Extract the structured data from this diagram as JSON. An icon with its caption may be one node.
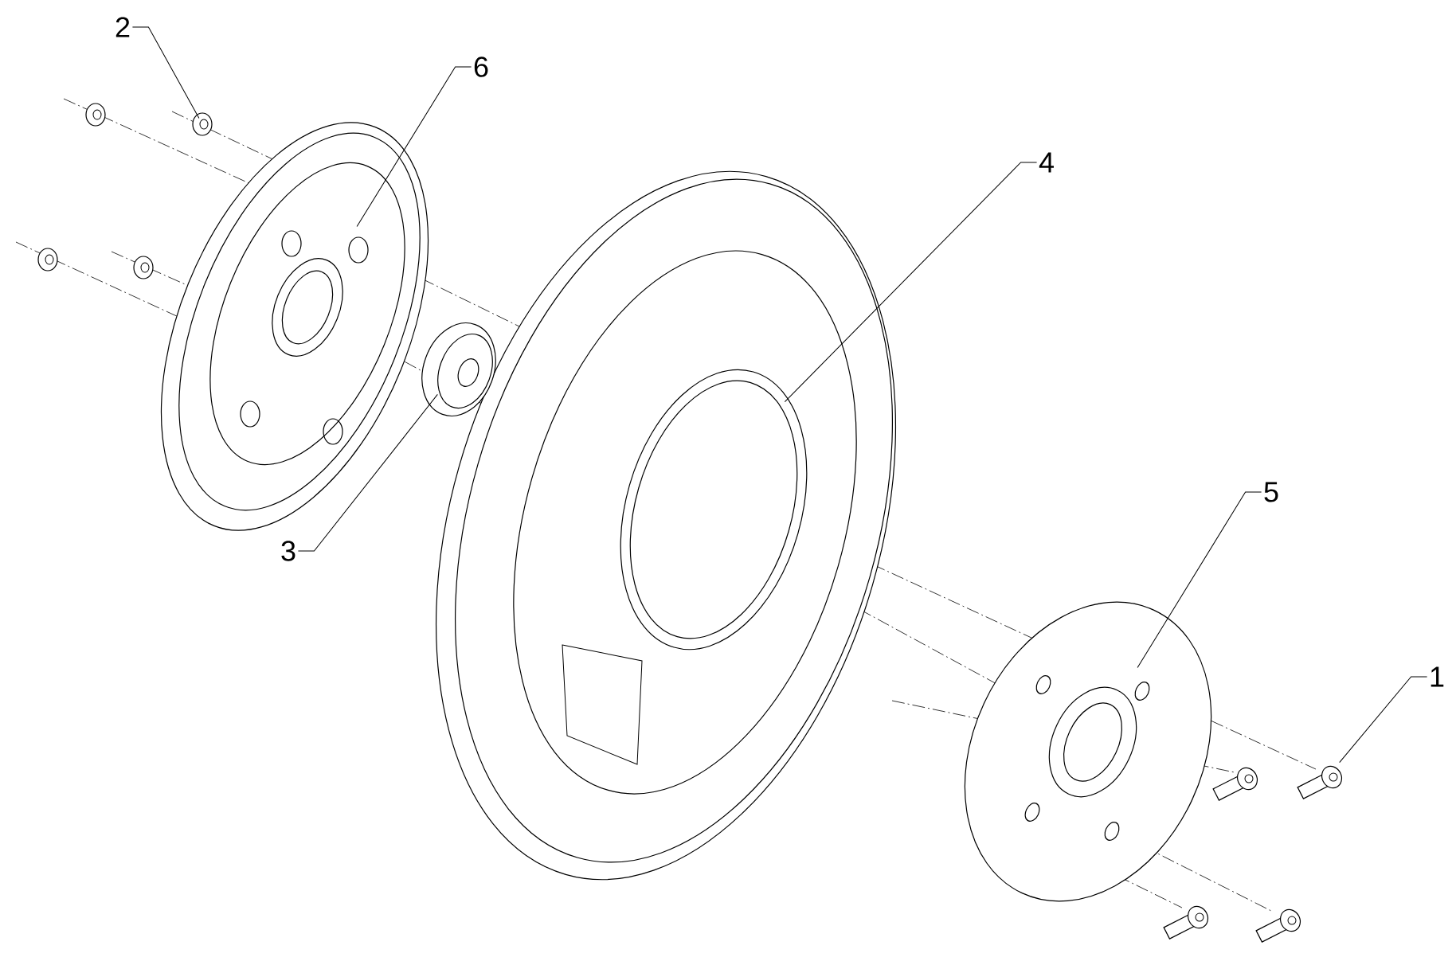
{
  "diagram": {
    "nodes": [
      {
        "text": [
          "2"
        ]
      },
      {
        "text": [
          "6"
        ]
      },
      {
        "text": [
          "4"
        ]
      },
      {
        "text": [
          "3"
        ]
      },
      {
        "text": [
          "5"
        ]
      },
      {
        "text": [
          "1"
        ]
      },
      {
        "text": [],
        "shape": "picture"
      },
      {
        "text": [],
        "shape": "picture"
      },
      {
        "text": [],
        "shape": "picture"
      },
      {
        "text": [],
        "shape": "picture"
      },
      {
        "text": [],
        "shape": "picture"
      },
      {
        "text": [],
        "shape": "picture"
      }
    ],
    "edges": [
      {
        "from": 0,
        "to": 6,
        "arrow": "none"
      },
      {
        "from": 1,
        "to": 7,
        "arrow": "none"
      },
      {
        "from": 2,
        "to": 8,
        "arrow": "none"
      },
      {
        "from": 3,
        "to": 9,
        "arrow": "none"
      },
      {
        "from": 4,
        "to": 10,
        "arrow": "none"
      },
      {
        "from": 5,
        "to": 11,
        "arrow": "none"
      }
    ]
  }
}
